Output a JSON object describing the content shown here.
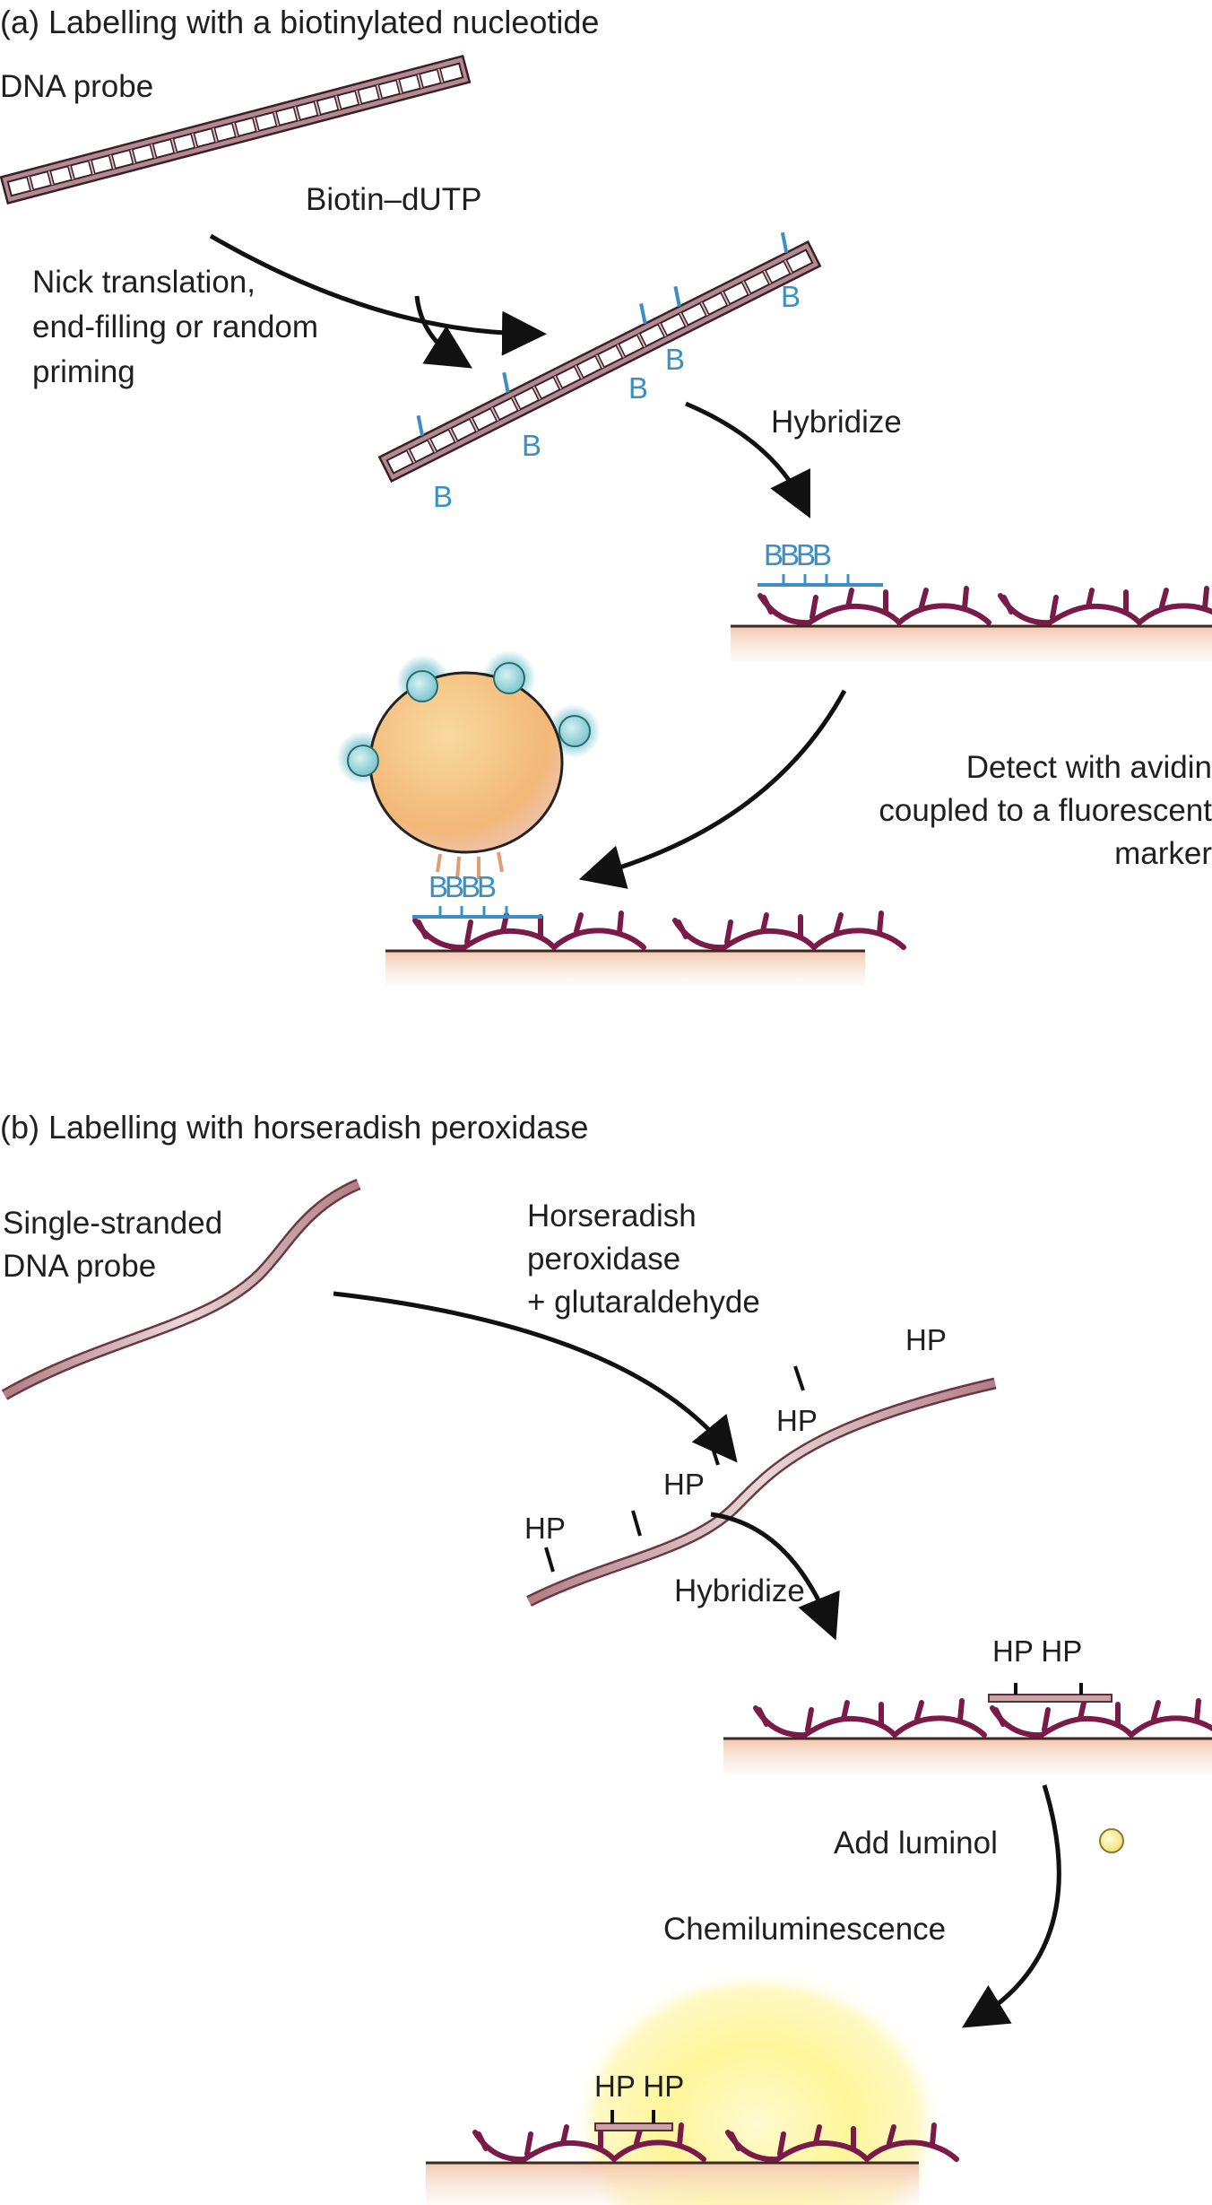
{
  "panel_a": {
    "heading": "(a) Labelling with a biotinylated nucleotide",
    "dna_probe_label": "DNA probe",
    "biotin_label": "Biotin–dUTP",
    "method_label": "Nick translation,\nend-filling or random\npriming",
    "biotin_tag": "B",
    "hybridize_label": "Hybridize",
    "stacked_biotin": "BBBB",
    "detect_label": "Detect with avidin\ncoupled to a fluorescent\nmarker",
    "stacked_biotin_bound": "BBBB"
  },
  "panel_b": {
    "heading": "(b) Labelling with horseradish peroxidase",
    "probe_label": "Single-stranded\nDNA probe",
    "reagent_label": "Horseradish\nperoxidase\n+ glutaraldehyde",
    "hp_tag": "HP",
    "hybridize_label": "Hybridize",
    "hp_pair": "HP HP",
    "luminol_label": "Add luminol",
    "chemi_label": "Chemiluminescence",
    "hp_pair_glow": "HP HP"
  },
  "colors": {
    "dna_strand": "#8c5560",
    "dna_fill": "#e6c8cb",
    "biotin_blue": "#3b8fc2",
    "target_dna": "#7a1a48",
    "membrane": "#f2c9ae",
    "avidin": "#f2bd78",
    "fluor": "#7cc6cf",
    "glow": "#fff27a",
    "luminol": "#f6ee8c"
  }
}
